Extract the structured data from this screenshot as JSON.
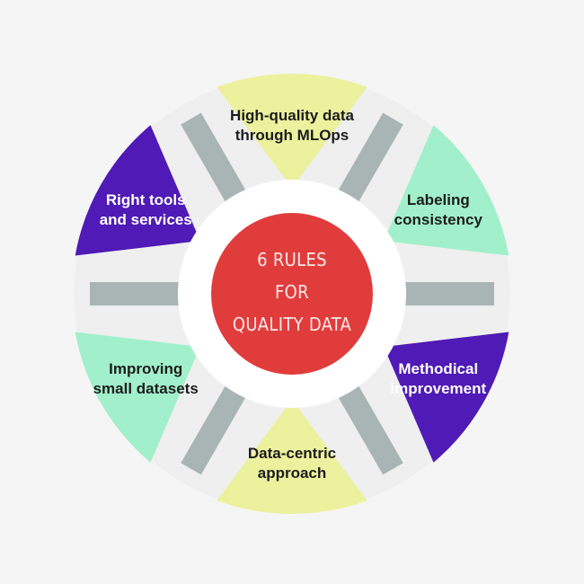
{
  "center": {
    "lines": [
      "6 RULES",
      "FOR",
      "QUALITY DATA"
    ],
    "color": "#e13c3c",
    "text_color": "#fde8e8"
  },
  "colors": {
    "background": "#f5f5f5",
    "ring_background": "#efefef",
    "connector": "#a9b5b5",
    "inner_ring": "#ffffff"
  },
  "segments": [
    {
      "id": "top",
      "lines": [
        "High-quality data",
        "through MLOps"
      ],
      "color": "#ecf19e",
      "text_color": "#1c1c1c"
    },
    {
      "id": "upper-right",
      "lines": [
        "Labeling",
        "consistency"
      ],
      "color": "#a2f0cb",
      "text_color": "#1c1c1c"
    },
    {
      "id": "lower-right",
      "lines": [
        "Methodical",
        "improvement"
      ],
      "color": "#4f1ab5",
      "text_color": "#ffffff"
    },
    {
      "id": "bottom",
      "lines": [
        "Data-centric",
        "approach"
      ],
      "color": "#ecf19e",
      "text_color": "#1c1c1c"
    },
    {
      "id": "lower-left",
      "lines": [
        "Improving",
        "small datasets"
      ],
      "color": "#a2f0cb",
      "text_color": "#1c1c1c"
    },
    {
      "id": "upper-left",
      "lines": [
        "Right tools",
        "and services"
      ],
      "color": "#4f1ab5",
      "text_color": "#ffffff"
    }
  ]
}
